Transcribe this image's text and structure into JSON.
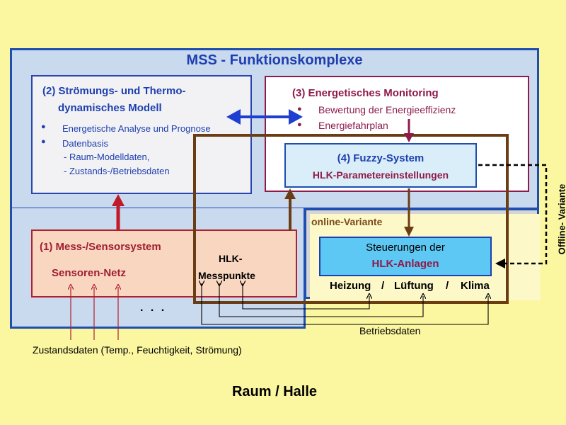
{
  "mss": {
    "title": "MSS - Funktionskomplexe"
  },
  "box2": {
    "title_line1": "(2) Strömungs- und Thermo-",
    "title_line2": "dynamisches Modell",
    "bullet1": "Energetische Analyse und Prognose",
    "bullet2": "Datenbasis",
    "sub1": "- Raum-Modelldaten,",
    "sub2": "- Zustands-/Betriebsdaten"
  },
  "box3": {
    "title": "(3) Energetisches Monitoring",
    "bullet1": "Bewertung der Energieeffizienz",
    "bullet2": "Energiefahrplan"
  },
  "box4": {
    "title": "(4) Fuzzy-System",
    "subtitle": "HLK-Parametereinstellungen"
  },
  "box1": {
    "title": "(1) Mess-/Sensorsystem",
    "sensor_net": "Sensoren-Netz",
    "hlk_line1": "HLK-",
    "hlk_line2": "Messpunkte"
  },
  "online": {
    "label": "online-Variante"
  },
  "offline": {
    "label": "Offline- Variante"
  },
  "control": {
    "line1": "Steuerungen der",
    "line2": "HLK-Anlagen",
    "heizung": "Heizung",
    "sep": "/",
    "lueftung": "Lüftung",
    "klima": "Klima"
  },
  "dots": ". . .",
  "betriebsdaten": "Betriebsdaten",
  "zustandsdaten": "Zustandsdaten (Temp., Feuchtigkeit, Strömung)",
  "footer": "Raum / Halle",
  "colors": {
    "background": "#fbf6a0",
    "mss_fill": "#c9d9ee",
    "blue": "#1e4fb0",
    "maroon": "#8e1b4a",
    "red": "#b02030",
    "brown": "#6b3d14",
    "control_fill": "#5ec8f4"
  }
}
